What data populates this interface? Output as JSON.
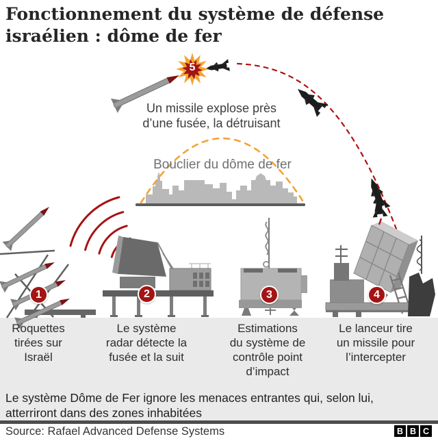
{
  "title": {
    "lines": [
      "Fonctionnement du système de défense",
      "israélien : dôme de fer"
    ]
  },
  "explosion": {
    "number": "5",
    "lines": [
      "Un missile explose près",
      "d’une fusée, la détruisant"
    ]
  },
  "shield_label": "Bouclier du dôme de fer",
  "steps": [
    {
      "number": "1",
      "lines": [
        "Roquettes",
        "tirées sur",
        "Israël"
      ]
    },
    {
      "number": "2",
      "lines": [
        "Le système",
        "radar détecte la",
        "fusée et la suit"
      ]
    },
    {
      "number": "3",
      "lines": [
        "Estimations",
        "du système de",
        "contrôle point",
        "d’impact"
      ]
    },
    {
      "number": "4",
      "lines": [
        "Le lanceur tire",
        "un missile pour",
        "l’intercepter"
      ]
    }
  ],
  "footnote": {
    "lines": [
      "Le système Dôme de Fer ignore les menaces entrantes qui, selon lui,",
      "atterriront dans des zones inhabitées"
    ]
  },
  "source": "Source: Rafael Advanced Defense Systems",
  "logo_letters": [
    "B",
    "B",
    "C"
  ],
  "colors": {
    "red": "#a31414",
    "orange": "#f2a432",
    "text_dark": "#262626",
    "text_mid": "#3c3c3c",
    "text_gray": "#707070",
    "bg_gray": "#eaeaea",
    "divider": "#4d4d4d"
  }
}
